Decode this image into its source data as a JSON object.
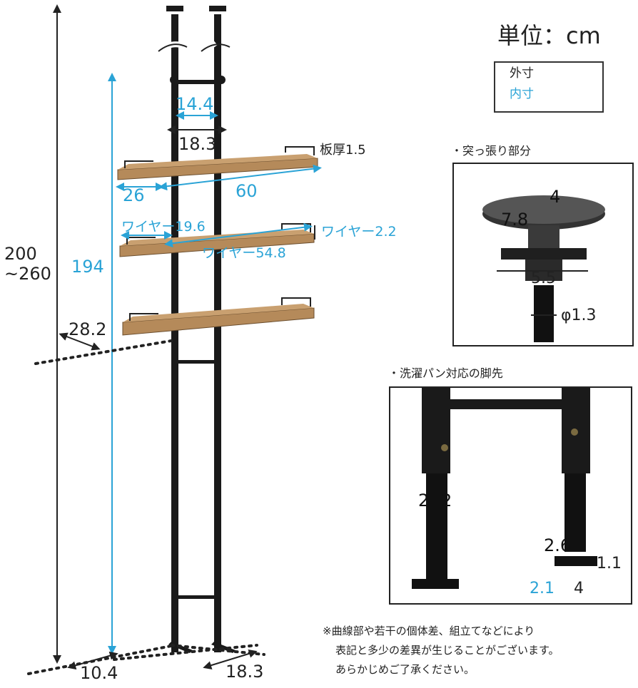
{
  "unit_label": "単位：cm",
  "legend": {
    "outer": "外寸",
    "inner": "内寸"
  },
  "main": {
    "height_total": "200\n~260",
    "height_total_line1": "200",
    "height_total_line2": "~260",
    "inner_height": "194",
    "inner_width_top": "14.4",
    "outer_width_top": "18.3",
    "shelf_thickness": "板厚1.5",
    "shelf_depth": "26",
    "shelf_width": "60",
    "wire_left": "ワイヤー19.6",
    "wire_height": "ワイヤー2.2",
    "wire_length": "ワイヤー54.8",
    "depth_side": "28.2",
    "foot_depth": "10.4",
    "foot_width": "18.3"
  },
  "detail_tension": {
    "title": "・突っ張り部分",
    "d_top": "4",
    "d_plate": "7.8",
    "d_base": "5.5",
    "d_pole": "φ1.3"
  },
  "detail_foot": {
    "title": "・洗濯パン対応の脚先",
    "w1": "2",
    "w2": "2",
    "foot_h": "2.6",
    "foot_t": "1.1",
    "foot_inner": "2.1",
    "foot_len": "4"
  },
  "footnote": [
    "※曲線部や若干の個体差、組立てなどにより",
    "表記と多少の差異が生じることがございます。",
    "あらかじめご了承ください。"
  ],
  "colors": {
    "outer_arrow": "#222222",
    "inner_arrow": "#2aa3d6",
    "wood": "#b58a5a",
    "frame": "#1a1a1a"
  }
}
